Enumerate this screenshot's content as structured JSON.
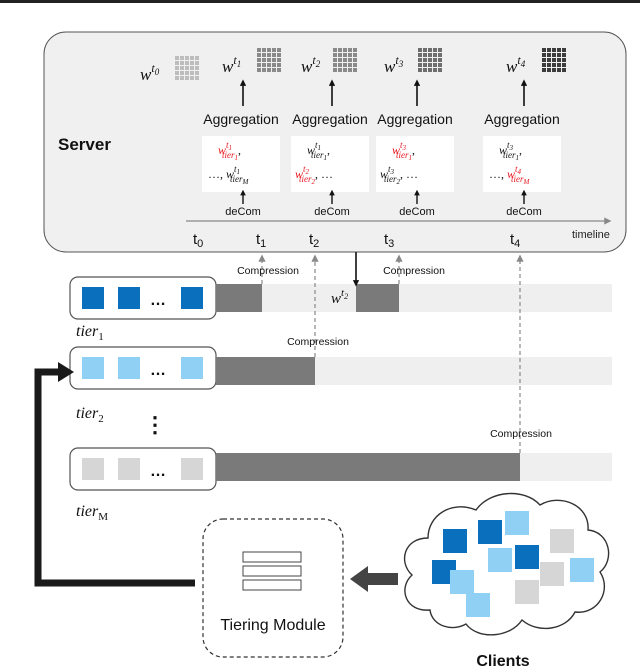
{
  "server": {
    "label": "Server",
    "timeline_label": "timeline",
    "time_marks": [
      {
        "base": "t",
        "sub": "0"
      },
      {
        "base": "t",
        "sub": "1"
      },
      {
        "base": "t",
        "sub": "2"
      },
      {
        "base": "t",
        "sub": "3"
      },
      {
        "base": "t",
        "sub": "4"
      }
    ],
    "weights": [
      {
        "base": "w",
        "sup": "t",
        "supsub": "0"
      },
      {
        "base": "w",
        "sup": "t",
        "supsub": "1"
      },
      {
        "base": "w",
        "sup": "t",
        "supsub": "2"
      },
      {
        "base": "w",
        "sup": "t",
        "supsub": "3"
      },
      {
        "base": "w",
        "sup": "t",
        "supsub": "4"
      }
    ],
    "aggregation_label": "Aggregation",
    "decom_label": "deCom",
    "agg_boxes": [
      {
        "line1": ", ",
        "line2_prefix": "…, ",
        "line2_suffix": "",
        "sup1": "1",
        "tier1": "1",
        "sup2": "1",
        "tier2": "M"
      },
      {
        "line1": ", ",
        "line2_prefix": "",
        "line2_suffix": ", …",
        "sup1": "1",
        "tier1": "1",
        "sup2": "2",
        "tier2": "2"
      },
      {
        "line1": ", ",
        "line2_prefix": "",
        "line2_suffix": ", …",
        "sup1": "3",
        "tier1": "1",
        "sup2": "3",
        "tier2": "2"
      },
      {
        "line1": ", ",
        "line2_prefix": "…, ",
        "line2_suffix": "",
        "sup1": "3",
        "tier1": "1",
        "sup2": "4",
        "tier2": "M"
      }
    ],
    "red_color": "#e8141c"
  },
  "compression_label": "Compression",
  "tiers": [
    {
      "label_base": "tier",
      "label_sub": "1",
      "color": "#0a6fbd",
      "dots": "…"
    },
    {
      "label_base": "tier",
      "label_sub": "2",
      "color": "#8fd0f4",
      "dots": "…"
    },
    {
      "label_base": "tier",
      "label_sub": "M",
      "color": "#d6d6d6",
      "dots": "…"
    }
  ],
  "vertical_dots": "⋮",
  "mid_weight": {
    "base": "w",
    "sup": "t",
    "supsub": "2"
  },
  "tiering_module_label": "Tiering Module",
  "clients_label": "Clients",
  "colors": {
    "server_bg": "#f0f0f0",
    "bar_dark": "#7a7a7a",
    "bar_light": "#efefef",
    "arrow": "#333333"
  }
}
